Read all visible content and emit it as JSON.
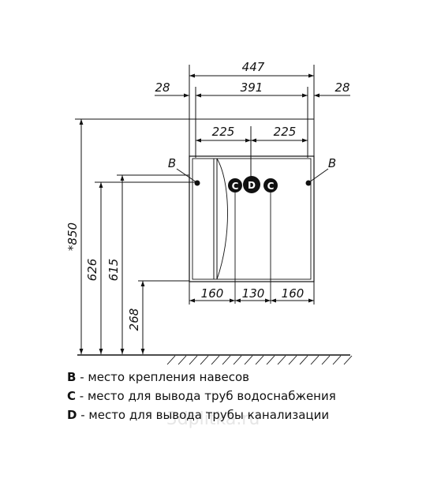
{
  "dimensions": {
    "total_width": "447",
    "inner_width": "391",
    "left_offset": "28",
    "right_offset": "28",
    "half_left": "225",
    "half_right": "225",
    "height_total": "*850",
    "height_626": "626",
    "height_615": "615",
    "height_268": "268",
    "bottom_left": "160",
    "bottom_mid": "130",
    "bottom_right": "160"
  },
  "markers": {
    "b_left": "B",
    "b_right": "B",
    "c_left": "C",
    "d_center": "D",
    "c_right": "C"
  },
  "legend": [
    {
      "key": "B",
      "text": " - место крепления навесов"
    },
    {
      "key": "C",
      "text": " - место для вывода труб водоснабжения"
    },
    {
      "key": "D",
      "text": " - место для вывода трубы канализации"
    }
  ],
  "watermark": "3dplitka.ru"
}
